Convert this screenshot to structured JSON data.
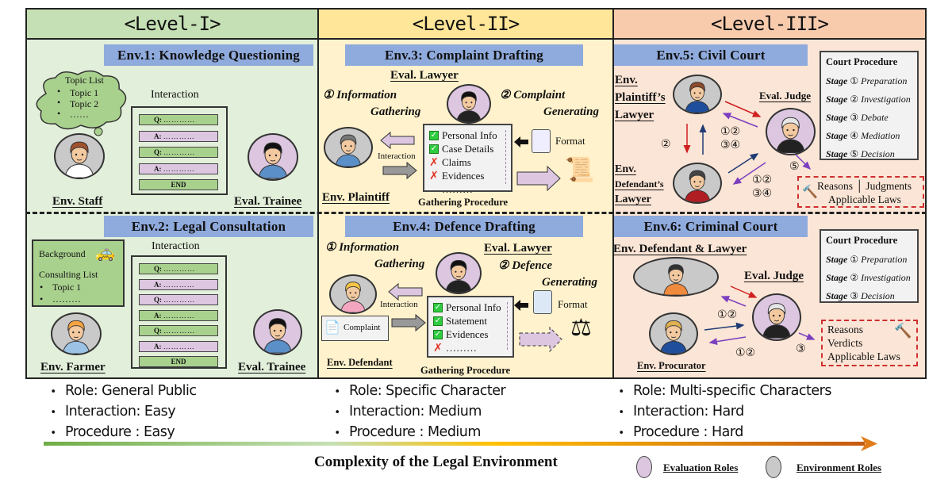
{
  "levels": [
    {
      "title": "<Level-I>",
      "header_color": "#c5e0b4",
      "body_color": "#e2efda"
    },
    {
      "title": "<Level-II>",
      "header_color": "#ffe699",
      "body_color": "#fff2cc"
    },
    {
      "title": "<Level-III>",
      "header_color": "#f8cbad",
      "body_color": "#fbe5d6"
    }
  ],
  "env_bar_color": "#8faadc",
  "env1": {
    "title": "Env.1: Knowledge Questioning",
    "cloud": {
      "heading": "Topic List",
      "items": [
        "Topic 1",
        "Topic 2",
        "……"
      ]
    },
    "interaction_label": "Interaction",
    "bubbles": [
      {
        "tag": "Q:",
        "text": "…………",
        "color": "#a9d18e"
      },
      {
        "tag": "A:",
        "text": "…………",
        "color": "#dcc6e0"
      },
      {
        "tag": "Q:",
        "text": "…………",
        "color": "#a9d18e"
      },
      {
        "tag": "A:",
        "text": "…………",
        "color": "#dcc6e0"
      },
      {
        "tag": "",
        "text": "END",
        "color": "#a9d18e"
      }
    ],
    "env_role": "Env. Staff",
    "eval_role": "Eval. Trainee"
  },
  "env2": {
    "title": "Env.2: Legal Consultation",
    "background_label": "Background",
    "consulting_list": "Consulting  List",
    "items": [
      "Topic 1",
      "………"
    ],
    "interaction_label": "Interaction",
    "bubbles": [
      {
        "tag": "Q:",
        "text": "…………",
        "color": "#a9d18e"
      },
      {
        "tag": "A:",
        "text": "…………",
        "color": "#dcc6e0"
      },
      {
        "tag": "Q:",
        "text": "…………",
        "color": "#dcc6e0"
      },
      {
        "tag": "A:",
        "text": "…………",
        "color": "#a9d18e"
      },
      {
        "tag": "Q:",
        "text": "…………",
        "color": "#a9d18e"
      },
      {
        "tag": "A:",
        "text": "…………",
        "color": "#dcc6e0"
      },
      {
        "tag": "",
        "text": "END",
        "color": "#a9d18e"
      }
    ],
    "env_role": "Env. Farmer",
    "eval_role": "Eval. Trainee"
  },
  "env3": {
    "title": "Env.3: Complaint Drafting",
    "eval_role": "Eval. Lawyer",
    "step1": [
      "① Information",
      "Gathering"
    ],
    "step2": [
      "② Complaint",
      "Generating"
    ],
    "interaction_label": "Interaction",
    "format_label": "Format",
    "checklist": [
      {
        "text": "Personal Info",
        "done": true
      },
      {
        "text": "Case Details",
        "done": true
      },
      {
        "text": "Claims",
        "done": false
      },
      {
        "text": "Evidences",
        "done": false
      },
      {
        "text": "………",
        "done": null
      }
    ],
    "env_role": "Env. Plaintiff",
    "procedure_label": "Gathering Procedure"
  },
  "env4": {
    "title": "Env.4: Defence Drafting",
    "eval_role": "Eval. Lawyer",
    "step1": [
      "① Information",
      "Gathering"
    ],
    "step2": [
      "② Defence",
      "Generating"
    ],
    "interaction_label": "Interaction",
    "format_label": "Format",
    "complaint_label": "Complaint",
    "checklist": [
      {
        "text": "Personal Info",
        "done": true
      },
      {
        "text": "Statement",
        "done": true
      },
      {
        "text": "Evidences",
        "done": true
      },
      {
        "text": "………",
        "done": false
      }
    ],
    "env_role": "Env. Defendant",
    "procedure_label": "Gathering Procedure"
  },
  "env5": {
    "title": "Env.5: Civil Court",
    "plaintiff_lawyer": [
      "Env.",
      "Plaintiff’s",
      "Lawyer"
    ],
    "defendant_lawyer": [
      "Env.",
      "Defendant’s",
      "Lawyer"
    ],
    "eval_role": "Eval. Judge",
    "procedure": {
      "heading": "Court Procedure",
      "stages": [
        {
          "stage": "Stage",
          "num": "①",
          "name": "Preparation"
        },
        {
          "stage": "Stage",
          "num": "②",
          "name": "Investigation"
        },
        {
          "stage": "Stage",
          "num": "③",
          "name": "Debate"
        },
        {
          "stage": "Stage",
          "num": "④",
          "name": "Mediation"
        },
        {
          "stage": "Stage",
          "num": "⑤",
          "name": "Decision"
        }
      ]
    },
    "stage_marks": {
      "lawyers": "②",
      "upper_a": "①②",
      "upper_b": "③④",
      "lower_a": "①②",
      "lower_b": "③④",
      "decision": "⑤"
    },
    "outputs": {
      "line1": "Reasons │ Judgments",
      "line2": "Applicable Laws"
    }
  },
  "env6": {
    "title": "Env.6: Criminal Court",
    "defendant_lawyer": "Env. Defendant & Lawyer",
    "eval_role": "Eval. Judge",
    "procurator": "Env. Procurator",
    "procedure": {
      "heading": "Court Procedure",
      "stages": [
        {
          "stage": "Stage",
          "num": "①",
          "name": "Preparation"
        },
        {
          "stage": "Stage",
          "num": "②",
          "name": "Investigation"
        },
        {
          "stage": "Stage",
          "num": "③",
          "name": "Decision"
        }
      ]
    },
    "stage_marks": {
      "upper": "①②",
      "lower": "①②",
      "decision": "③"
    },
    "outputs": [
      "Reasons",
      "Verdicts",
      "Applicable Laws"
    ]
  },
  "summary": [
    [
      "Role: General Public",
      "Interaction: Easy",
      "Procedure : Easy"
    ],
    [
      "Role: Specific Character",
      "Interaction: Medium",
      "Procedure : Medium"
    ],
    [
      "Role: Multi-specific Characters",
      "Interaction: Hard",
      "Procedure : Hard"
    ]
  ],
  "axis_label": "Complexity of the Legal Environment",
  "legend": [
    {
      "label": "Evaluation Roles",
      "color": "#dcc6e0"
    },
    {
      "label": "Environment Roles",
      "color": "#c9c9c9"
    }
  ]
}
